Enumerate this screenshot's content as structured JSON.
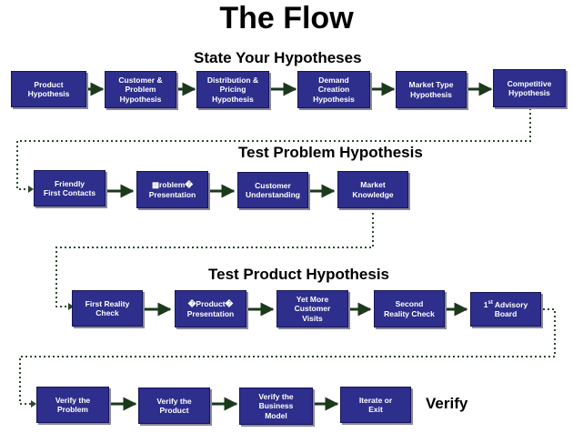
{
  "title": "The Flow",
  "sections": {
    "state": "State Your Hypotheses",
    "problem": "Test Problem Hypothesis",
    "product": "Test Product Hypothesis",
    "verify": "Verify"
  },
  "colors": {
    "box_fill": "#2e2e8c",
    "box_text": "#ffffff",
    "arrow": "#1b3a1b",
    "dotted_connector": "#2a4a2a"
  },
  "rows": {
    "state": [
      "Product\nHypothesis",
      "Customer &\nProblem\nHypothesis",
      "Distribution &\nPricing\nHypothesis",
      "Demand\nCreation\nHypothesis",
      "Market Type\nHypothesis",
      "Competitive\nHypothesis"
    ],
    "problem": [
      "Friendly\nFirst Contacts",
      "▩roblem�\nPresentation",
      "Customer\nUnderstanding",
      "Market\nKnowledge"
    ],
    "product": [
      "First Reality\nCheck",
      "�Product�\nPresentation",
      "Yet More\nCustomer\nVisits",
      "Second\nReality Check",
      "Advisory\nBoard"
    ],
    "verify": [
      "Verify the\nProblem",
      "Verify the\nProduct",
      "Verify the\nBusiness\nModel",
      "Iterate or\nExit"
    ]
  },
  "advisory_prefix": "1",
  "advisory_sup": "st"
}
